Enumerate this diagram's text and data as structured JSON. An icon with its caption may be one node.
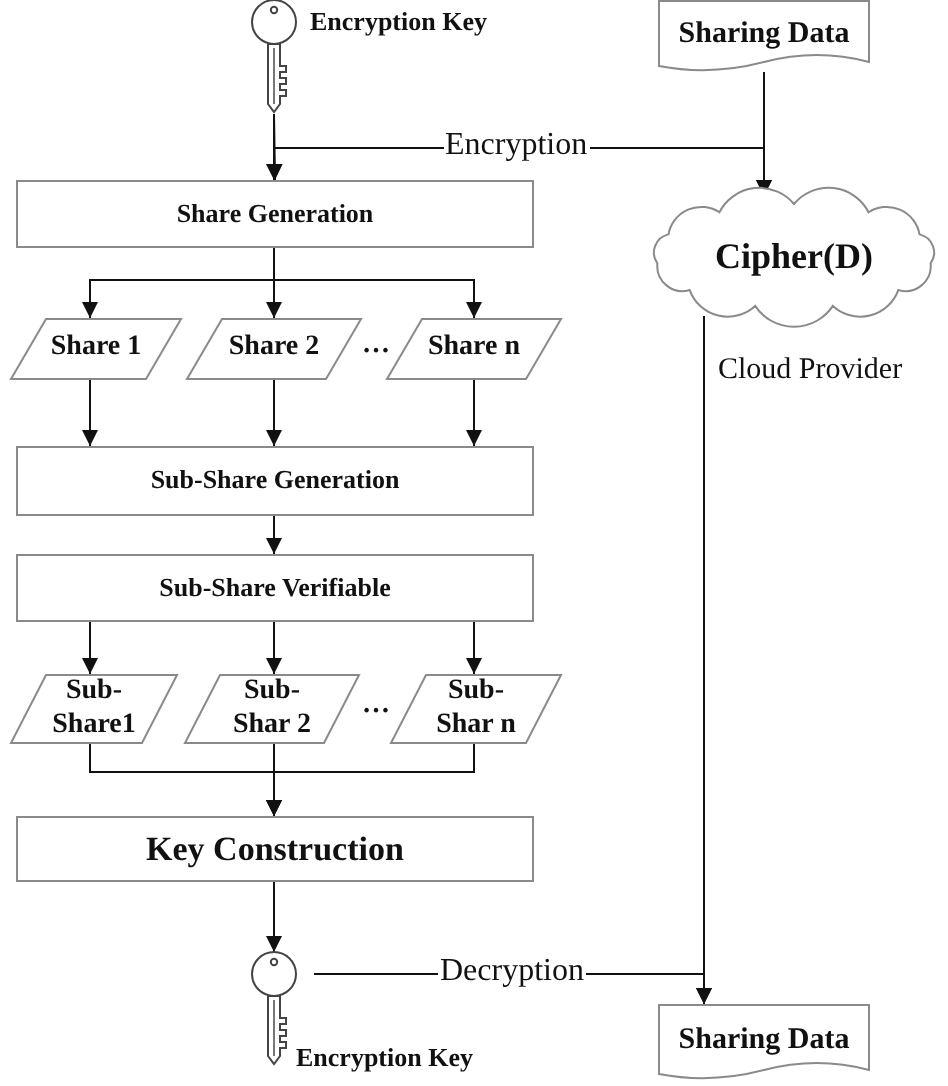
{
  "diagram": {
    "nodes": [
      {
        "text": [],
        "shape": "key",
        "beside": [
          "Encryption Key"
        ]
      },
      {
        "text": [
          "Sharing Data"
        ]
      },
      {
        "text": [
          "Share Generation"
        ]
      },
      {
        "text": [
          "Cipher(D)"
        ],
        "beside": [
          "Cloud Provider"
        ]
      },
      {
        "text": [
          "Share 1"
        ]
      },
      {
        "text": [
          "Share 2"
        ]
      },
      {
        "text": [
          "Share n"
        ]
      },
      {
        "text": [
          "Sub-Share Generation"
        ]
      },
      {
        "text": [
          "Sub-Share Verifiable"
        ]
      },
      {
        "text": [
          "Sub- Share1"
        ]
      },
      {
        "text": [
          "Sub- Shar 2"
        ]
      },
      {
        "text": [
          "Sub- Shar n"
        ]
      },
      {
        "text": [
          "Key Construction"
        ]
      },
      {
        "text": [],
        "shape": "key",
        "beside": [
          "Encryption Key"
        ]
      },
      {
        "text": [
          "Sharing Data"
        ]
      }
    ],
    "edges": [
      {
        "from": 0,
        "to": 2,
        "arrow": "to"
      },
      {
        "from": 0,
        "to": 3,
        "arrow": "to",
        "label": "Encryption"
      },
      {
        "from": 1,
        "to": 3,
        "arrow": "to"
      },
      {
        "from": 1,
        "to": 2,
        "arrow": "to"
      },
      {
        "from": 2,
        "to": 4,
        "arrow": "to"
      },
      {
        "from": 2,
        "to": 5,
        "arrow": "to"
      },
      {
        "from": 2,
        "to": 6,
        "arrow": "to"
      },
      {
        "from": 4,
        "to": 7,
        "arrow": "to"
      },
      {
        "from": 5,
        "to": 7,
        "arrow": "to"
      },
      {
        "from": 6,
        "to": 7,
        "arrow": "to"
      },
      {
        "from": 7,
        "to": 8,
        "arrow": "to"
      },
      {
        "from": 8,
        "to": 9,
        "arrow": "to"
      },
      {
        "from": 8,
        "to": 10,
        "arrow": "to"
      },
      {
        "from": 8,
        "to": 11,
        "arrow": "to"
      },
      {
        "from": 9,
        "to": 12,
        "arrow": "to"
      },
      {
        "from": 10,
        "to": 12,
        "arrow": "to"
      },
      {
        "from": 11,
        "to": 12,
        "arrow": "to"
      },
      {
        "from": 12,
        "to": 13,
        "arrow": "to"
      },
      {
        "from": 13,
        "to": 14,
        "arrow": "to",
        "label": "Decryption"
      },
      {
        "from": 3,
        "to": 14,
        "arrow": "to"
      }
    ],
    "labels": [
      "…",
      "…"
    ]
  }
}
